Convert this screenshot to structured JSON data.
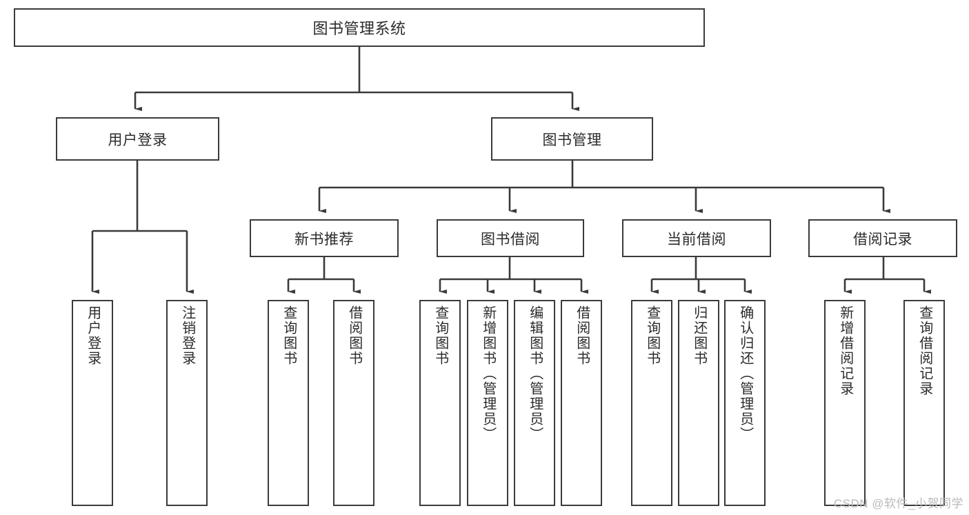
{
  "diagram": {
    "title": "图书管理系统",
    "watermark": "CSDN @软件_小贺同学",
    "colors": {
      "stroke": "#3a3a3a",
      "text": "#2b2b2b",
      "background": "#ffffff",
      "watermark": "#b9b9b9"
    },
    "root": {
      "label": "图书管理系统"
    },
    "level2": [
      {
        "label": "用户登录"
      },
      {
        "label": "图书管理"
      }
    ],
    "level3": [
      {
        "label": "新书推荐"
      },
      {
        "label": "图书借阅"
      },
      {
        "label": "当前借阅"
      },
      {
        "label": "借阅记录"
      }
    ],
    "leaves": {
      "user_login": [
        {
          "label": "用户登录"
        },
        {
          "label": "注销登录"
        }
      ],
      "new_book_recommend": [
        {
          "label": "查询图书"
        },
        {
          "label": "借阅图书"
        }
      ],
      "book_borrow": [
        {
          "label": "查询图书"
        },
        {
          "label": "新增图书（管理员）"
        },
        {
          "label": "编辑图书（管理员）"
        },
        {
          "label": "借阅图书"
        }
      ],
      "current_borrow": [
        {
          "label": "查询图书"
        },
        {
          "label": "归还图书"
        },
        {
          "label": "确认归还（管理员）"
        }
      ],
      "borrow_record": [
        {
          "label": "新增借阅记录"
        },
        {
          "label": "查询借阅记录"
        }
      ]
    }
  }
}
